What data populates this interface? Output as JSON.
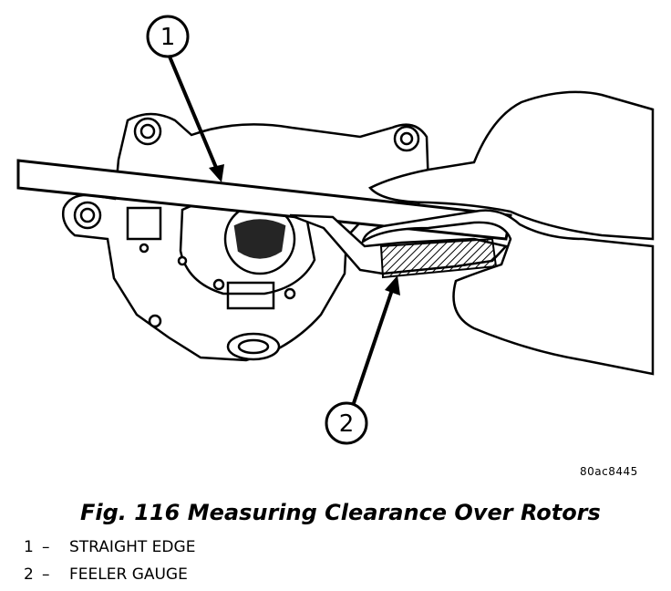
{
  "figure": {
    "caption": "Fig. 116 Measuring Clearance Over Rotors",
    "image_code": "80ac8445"
  },
  "callouts": [
    {
      "number": "1",
      "label": "STRAIGHT EDGE"
    },
    {
      "number": "2",
      "label": "FEELER GAUGE"
    }
  ],
  "legend_separator": "–"
}
